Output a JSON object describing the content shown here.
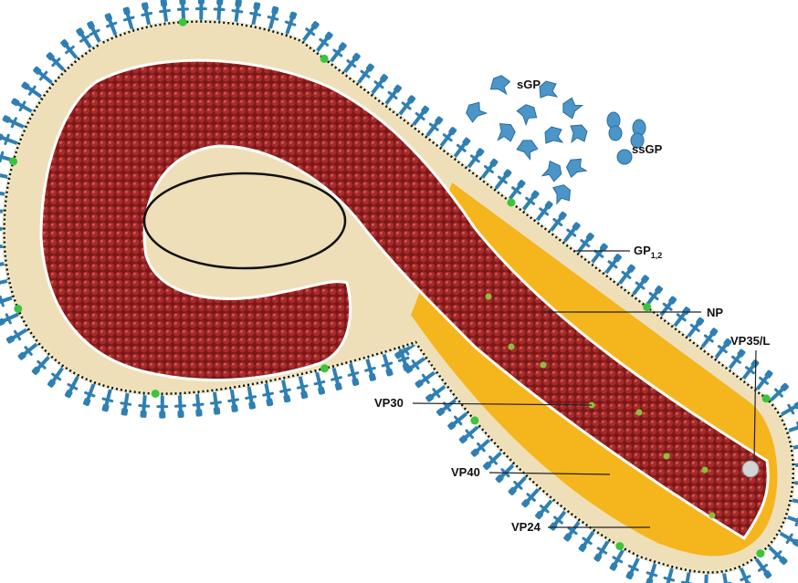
{
  "colors": {
    "background": "#ffffff",
    "envelope_fill": "#eedfb8",
    "matrix_fill": "#f5b51c",
    "nucleocapsid": "#9e2424",
    "nucleocapsid_dark": "#6e1414",
    "membrane": "#111111",
    "membrane_beads": "#eee8c8",
    "glycoprotein": "#2f7fb3",
    "vp24_markers": "#3cc43c",
    "vp30_dots": "#8fbf3a",
    "vp35_sphere": "#cfcfcf"
  },
  "labels": {
    "sgp": "sGP",
    "ssgp": "ssGP",
    "gp_main": "GP",
    "gp_sub": "1,2",
    "np": "NP",
    "vp35": "VP35/L",
    "vp30": "VP30",
    "vp40": "VP40",
    "vp24": "VP24"
  },
  "icons": {
    "soluble_protein": "sgp-molecule-icon",
    "spike": "glycoprotein-spike-icon"
  }
}
